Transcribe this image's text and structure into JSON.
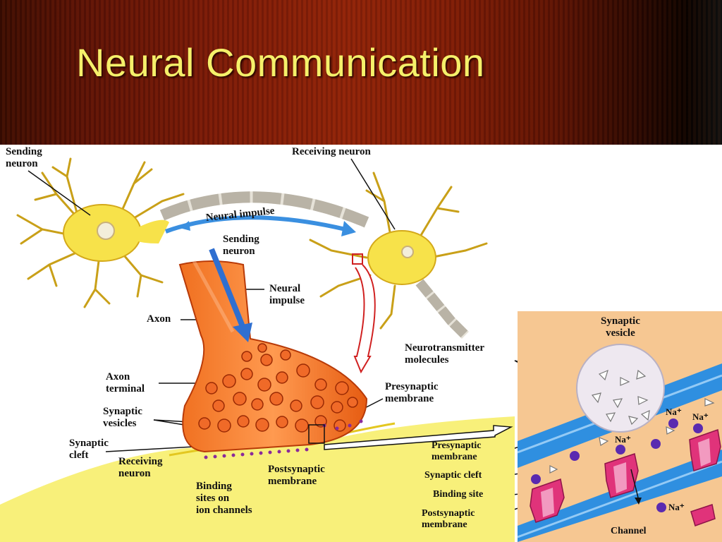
{
  "slide": {
    "title": "Neural Communication"
  },
  "diagram": {
    "labels": {
      "sending_neuron_top": "Sending\nneuron",
      "receiving_neuron_top": "Receiving neuron",
      "neural_impulse_arc": "Neural impulse",
      "sending_neuron_mid": "Sending\nneuron",
      "neural_impulse_mid": "Neural\nimpulse",
      "axon": "Axon",
      "axon_terminal": "Axon\nterminal",
      "synaptic_vesicles": "Synaptic\nvesicles",
      "synaptic_cleft_left": "Synaptic\ncleft",
      "receiving_neuron_bottom": "Receiving\nneuron",
      "binding_sites": "Binding\nsites on\nion channels",
      "postsynaptic_membrane_mid": "Postsynaptic\nmembrane",
      "presynaptic_membrane_mid": "Presynaptic\nmembrane",
      "neurotransmitter_molecules": "Neurotransmitter\nmolecules",
      "synaptic_vesicle_inset": "Synaptic\nvesicle",
      "presynaptic_membrane_inset": "Presynaptic\nmembrane",
      "synaptic_cleft_inset": "Synaptic cleft",
      "binding_site_inset": "Binding site",
      "postsynaptic_membrane_inset": "Postsynaptic\nmembrane",
      "channel": "Channel",
      "na_1": "Na⁺",
      "na_2": "Na⁺",
      "na_3": "Na⁺",
      "na_4": "Na⁺"
    },
    "colors": {
      "neuron_body": "#f7e24a",
      "axon_terminal": "#f05a12",
      "membrane_blue": "#2f8fe0",
      "inset_background": "#f6c792",
      "channel_pink": "#e0337a",
      "sodium_ion": "#5a2ab0"
    }
  }
}
